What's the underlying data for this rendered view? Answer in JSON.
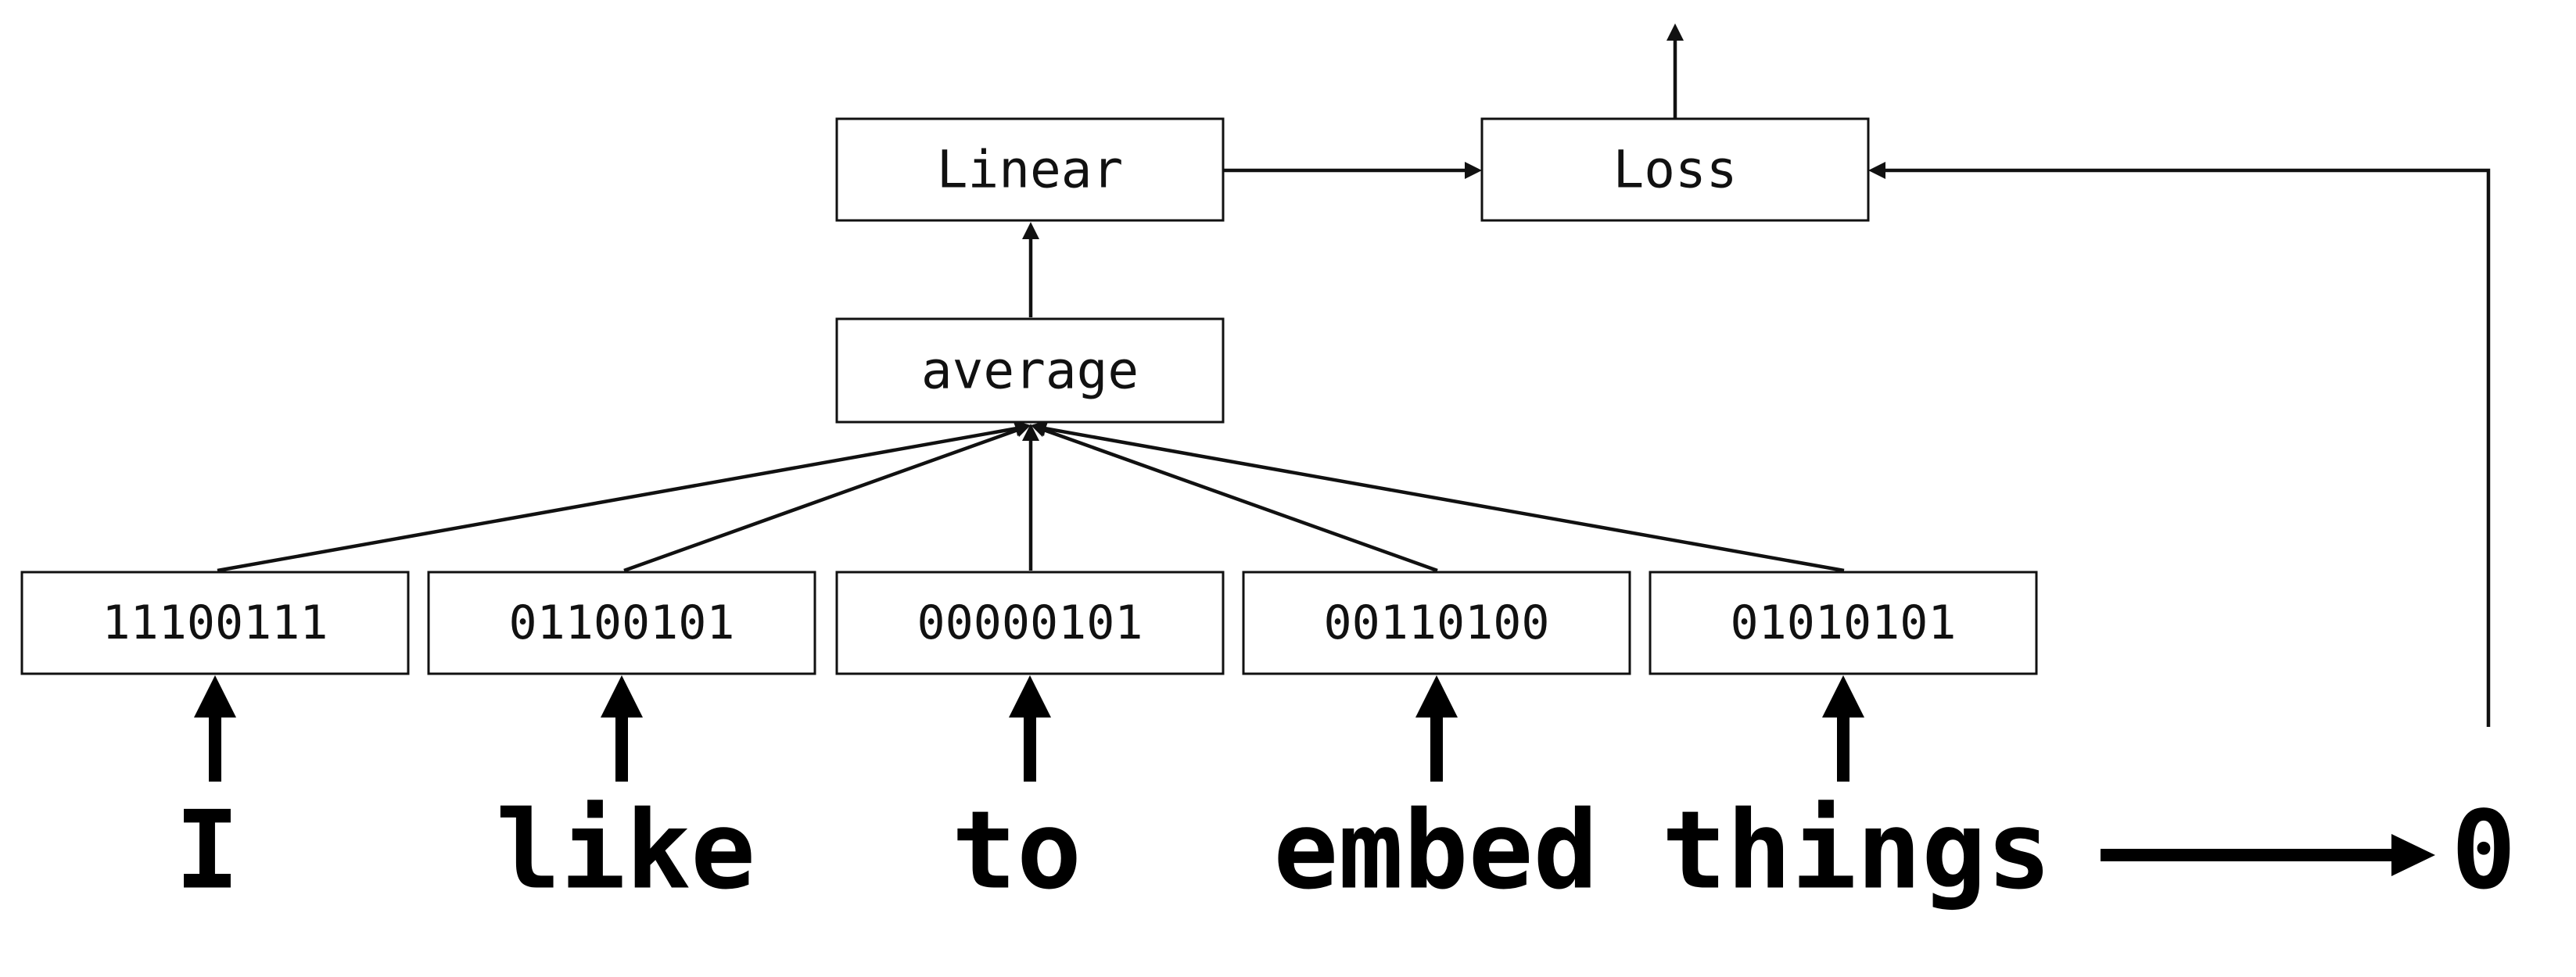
{
  "nodes": {
    "linear": "Linear",
    "loss": "Loss",
    "average": "average"
  },
  "embeddings": [
    "11100111",
    "01100101",
    "00000101",
    "00110100",
    "01010101"
  ],
  "words": [
    "I",
    "like",
    "to",
    "embed",
    "things"
  ],
  "label": "0"
}
